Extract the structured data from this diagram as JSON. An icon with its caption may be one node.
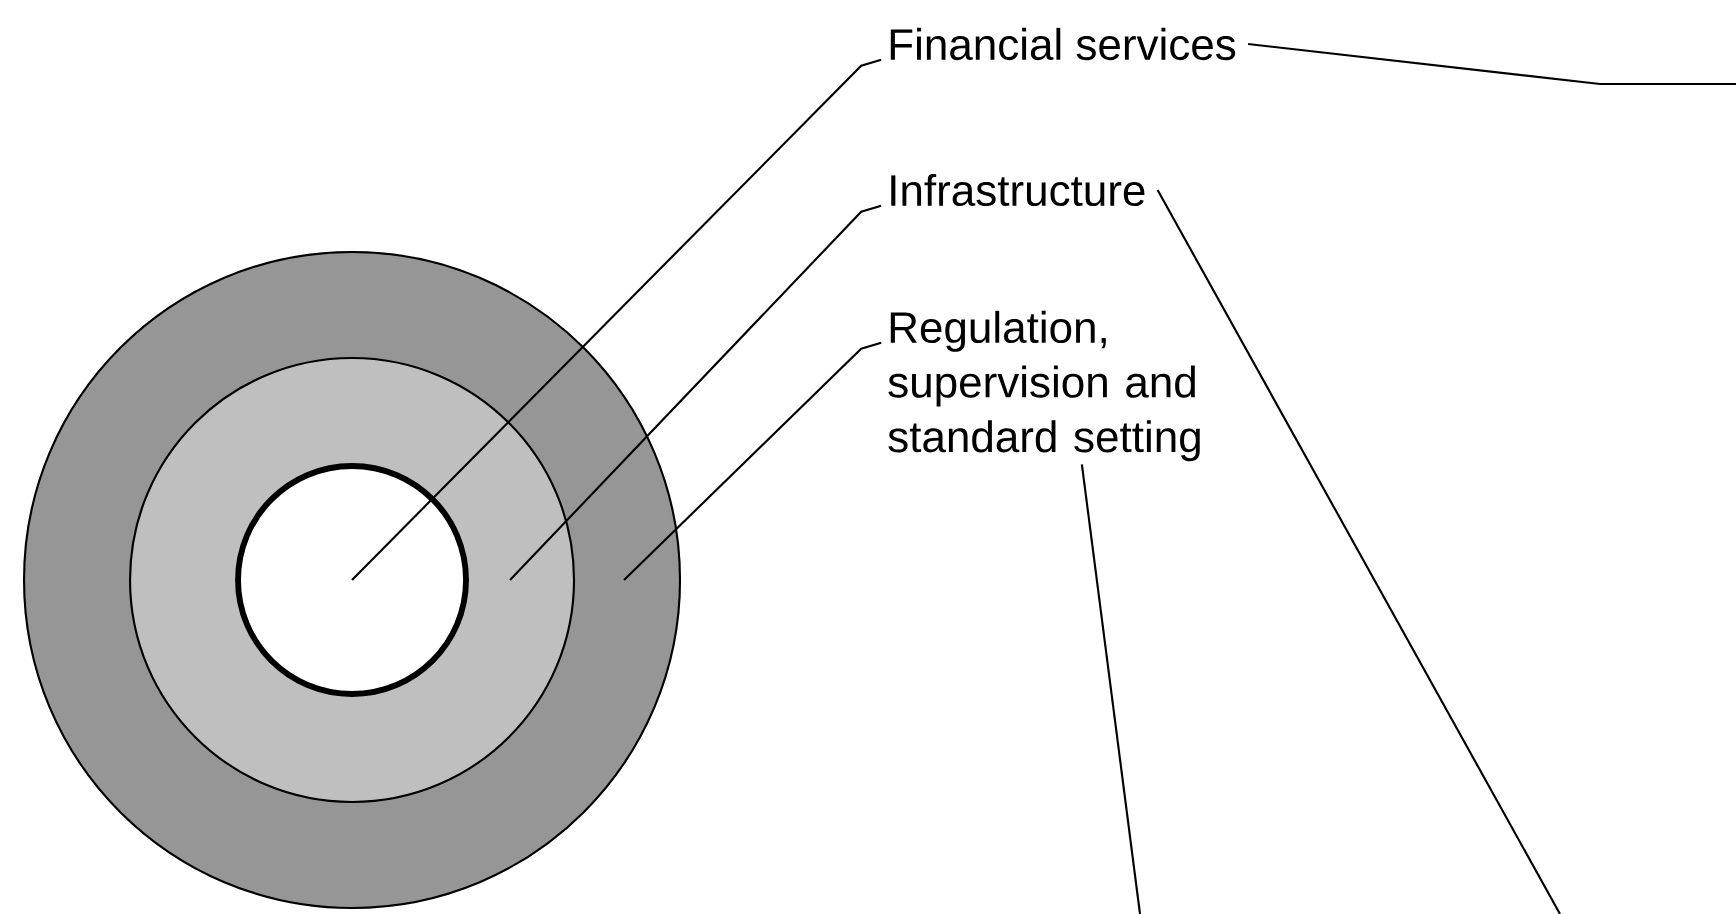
{
  "diagram": {
    "nodes": [
      {
        "text": [],
        "shape": "circle"
      },
      {
        "text": [],
        "shape": "circle",
        "in": 0
      },
      {
        "text": [],
        "shape": "circle",
        "in": 1
      },
      {
        "text": [
          "Financial services"
        ]
      },
      {
        "text": [
          "Infrastructure"
        ]
      },
      {
        "text": [
          "Regulation, supervision and standard setting"
        ]
      }
    ],
    "edges": [
      {
        "from": 3,
        "to": 2,
        "arrow": "none"
      },
      {
        "from": 4,
        "to": 1,
        "arrow": "none"
      },
      {
        "from": 5,
        "to": 0,
        "arrow": "none"
      },
      {
        "from": 3,
        "to": null,
        "arrow": "none"
      },
      {
        "from": 4,
        "to": null,
        "arrow": "none"
      },
      {
        "from": 5,
        "to": null,
        "arrow": "none"
      }
    ]
  }
}
